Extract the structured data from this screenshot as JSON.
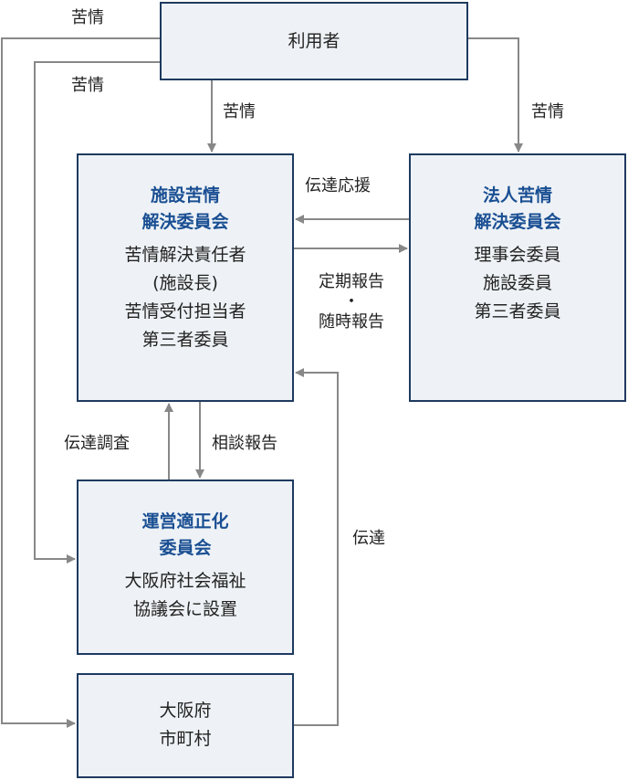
{
  "boxes": {
    "user": {
      "label": "利用者"
    },
    "facility": {
      "title": [
        "施設苦情",
        "解決委員会"
      ],
      "lines": [
        "苦情解決責任者",
        "(施設長)",
        "苦情受付担当者",
        "第三者委員"
      ]
    },
    "corporation": {
      "title": [
        "法人苦情",
        "解決委員会"
      ],
      "lines": [
        "理事会委員",
        "施設委員",
        "第三者委員"
      ]
    },
    "operation": {
      "title": [
        "運営適正化",
        "委員会"
      ],
      "lines": [
        "大阪府社会福祉",
        "協議会に設置"
      ]
    },
    "government": {
      "lines": [
        "大阪府",
        "市町村"
      ]
    }
  },
  "labels": {
    "complaint_outer": "苦情",
    "complaint_inner": "苦情",
    "complaint_to_facility": "苦情",
    "complaint_to_corporation": "苦情",
    "support": "伝達応援",
    "regular_report": "定期報告",
    "bullet": "・",
    "adhoc_report": "随時報告",
    "relay_investigation": "伝達調査",
    "consult_report": "相談報告",
    "relay": "伝達"
  },
  "colors": {
    "border": "#1e3a5f",
    "fill": "#eef2f6",
    "title": "#1a4f93",
    "wire": "#888888"
  }
}
